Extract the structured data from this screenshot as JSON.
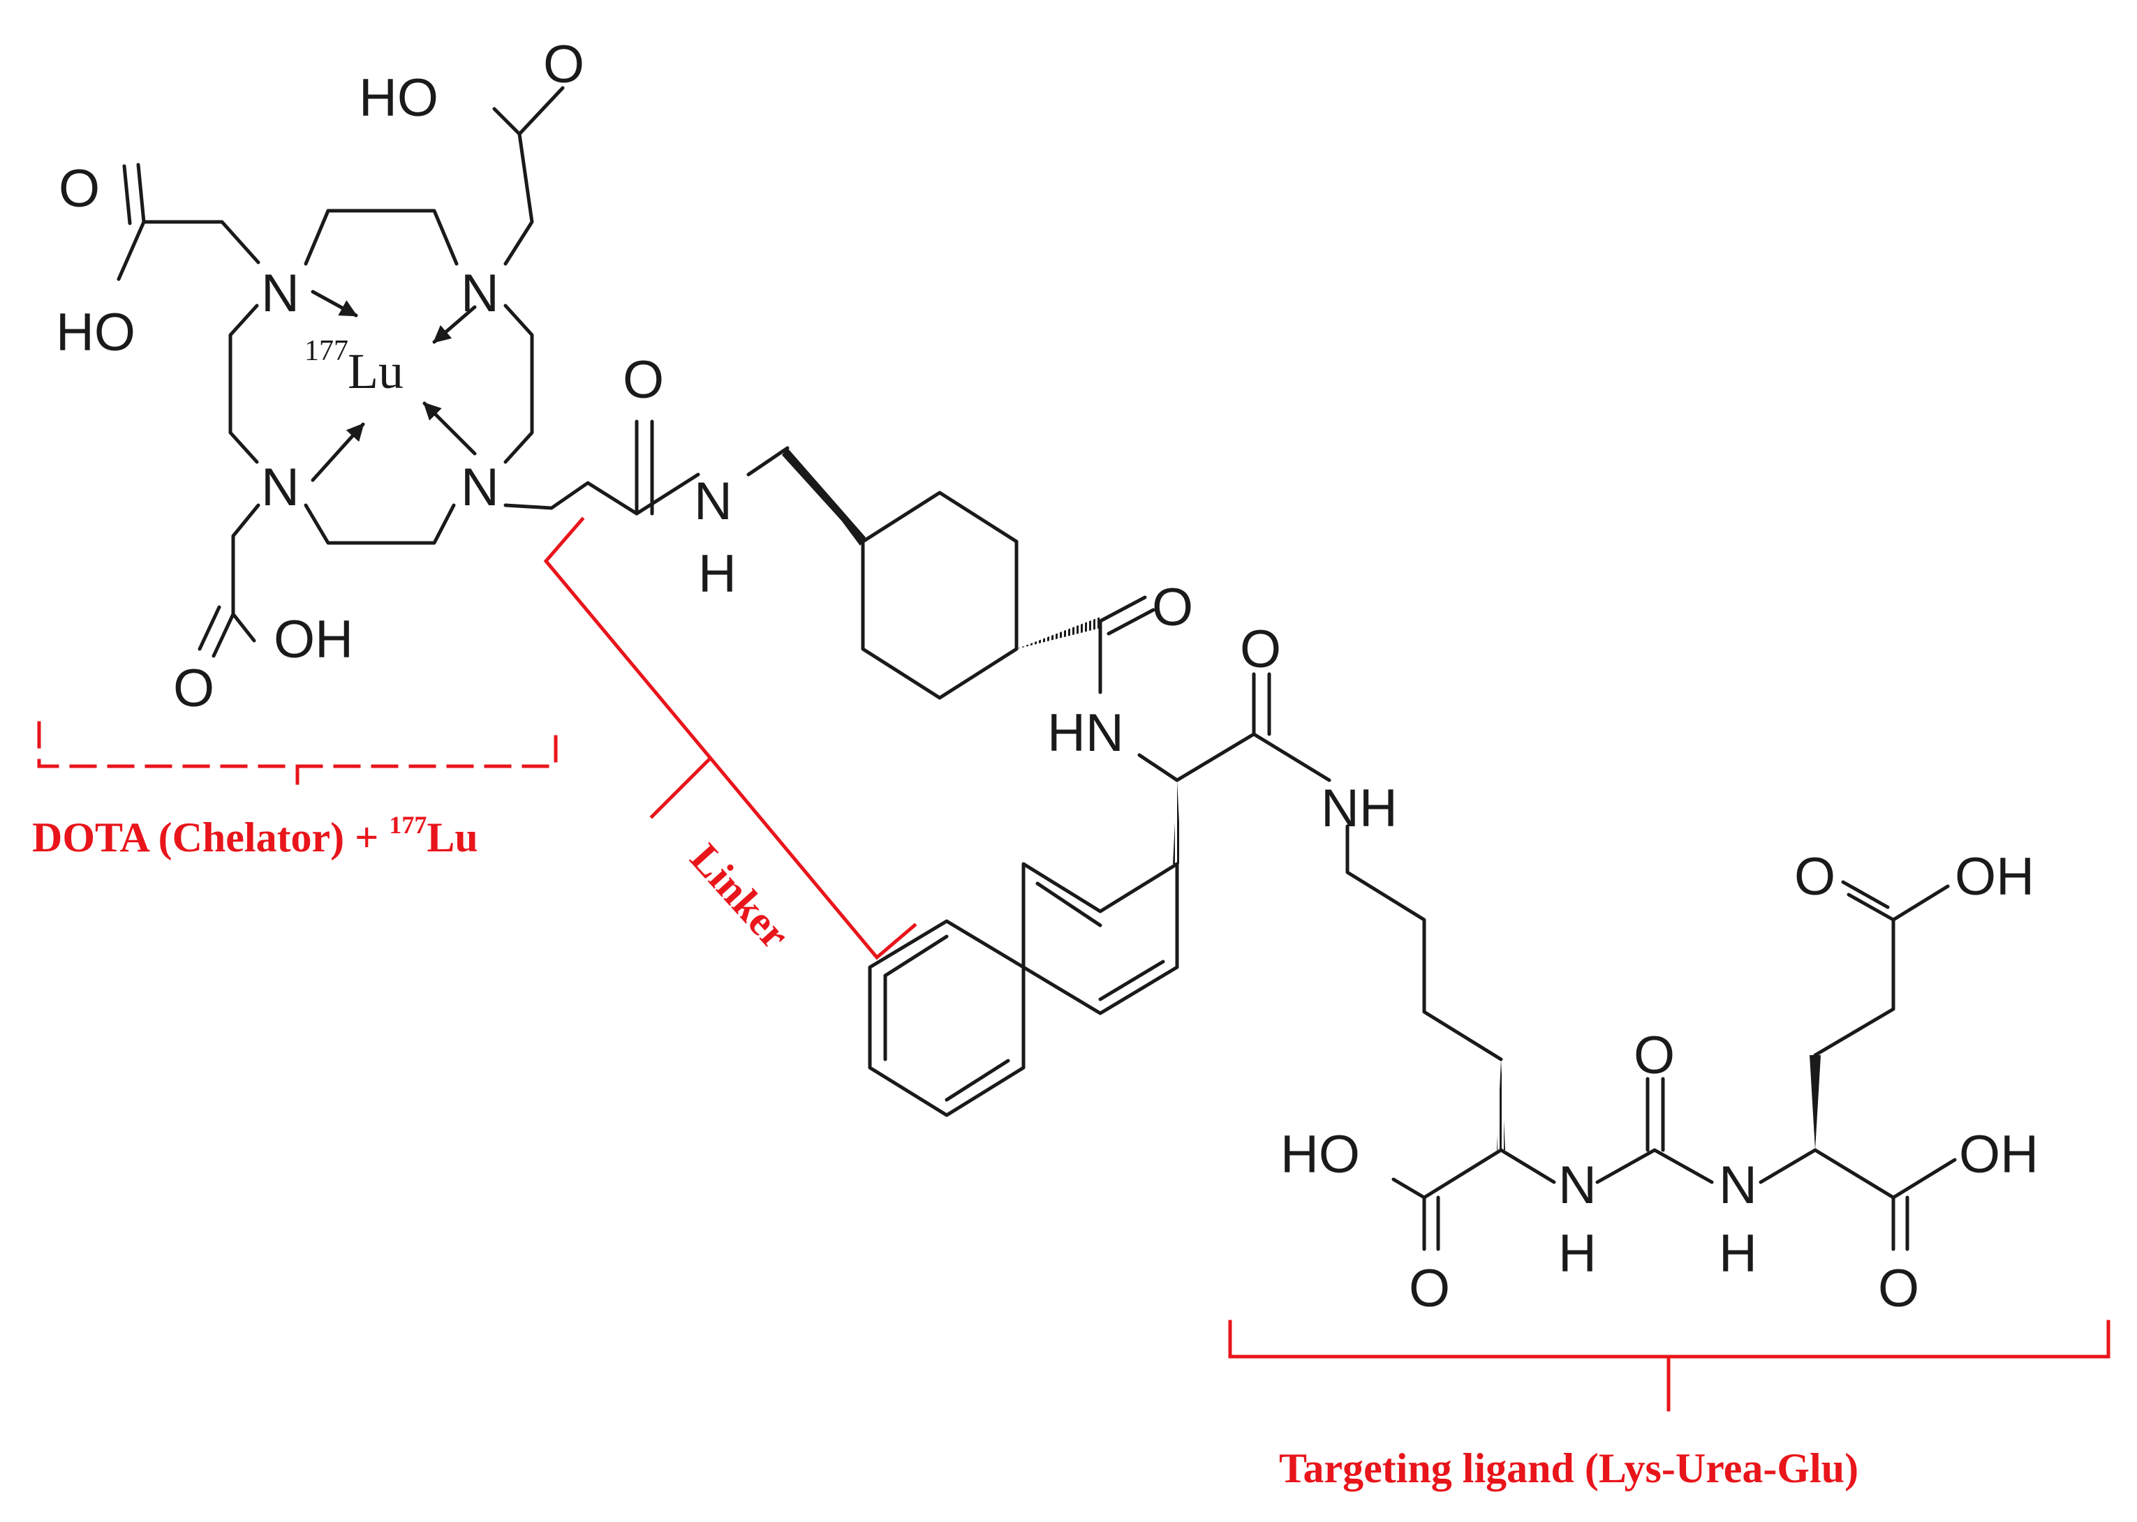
{
  "colors": {
    "annotation": "#e8151b",
    "ink": "#1a1a1a",
    "background": "#ffffff"
  },
  "atoms": {
    "ho": "HO",
    "oh": "OH",
    "o": "O",
    "n": "N",
    "nh": "NH",
    "hn": "HN",
    "h": "H",
    "lu_mass": "177",
    "lu": "Lu"
  },
  "labels": {
    "chelator": "DOTA (Chelator) + ",
    "chelator_mass": "177",
    "chelator_metal": "Lu",
    "linker": "Linker",
    "ligand": "Targeting ligand (Lys-Urea-Glu)"
  }
}
